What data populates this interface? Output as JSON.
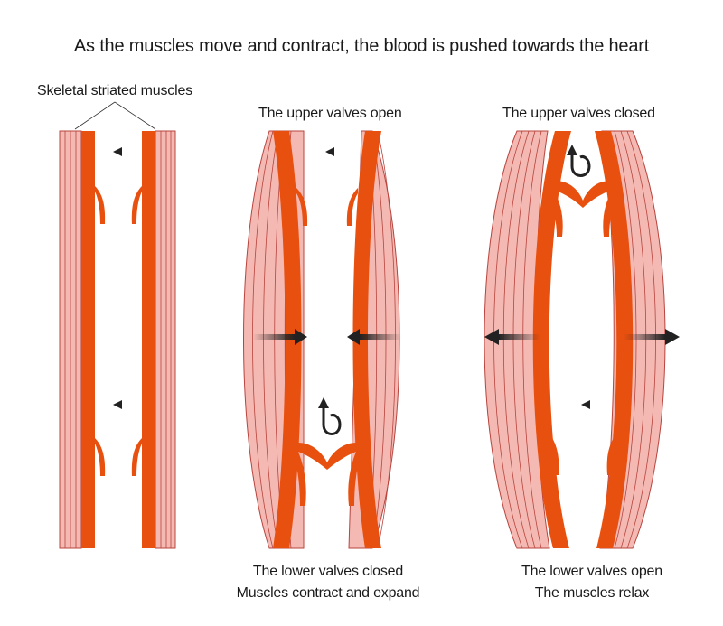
{
  "title": "As the muscles move and contract, the blood is pushed towards the heart",
  "panels": [
    {
      "id": "resting",
      "top_label": "Skeletal striated muscles",
      "bottom_lines": []
    },
    {
      "id": "contract",
      "top_label": "The upper valves open",
      "bottom_lines": [
        "The lower valves closed",
        "Muscles contract and expand"
      ]
    },
    {
      "id": "relax",
      "top_label": "The upper valves closed",
      "bottom_lines": [
        "The lower valves open",
        "The muscles relax"
      ]
    }
  ],
  "colors": {
    "muscle_fill": "#f4b9b3",
    "muscle_line": "#b8443e",
    "vein": "#e8500f",
    "arrow": "#222222",
    "text": "#1a1a1a"
  },
  "icons": [
    "flow-arrow-up",
    "curved-backflow-arrow",
    "push-arrow-inward",
    "push-arrow-outward"
  ]
}
